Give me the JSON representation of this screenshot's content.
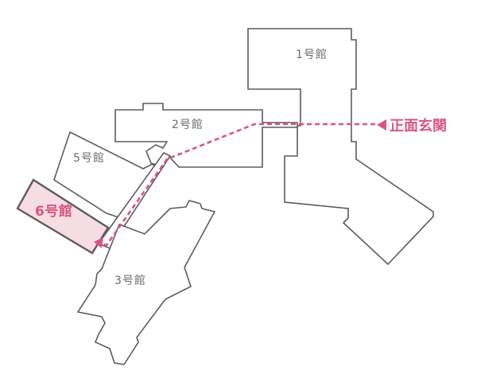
{
  "buildings": {
    "b1": "1号館",
    "b2": "2号館",
    "b3": "3号館",
    "b5": "5号館",
    "b6": "6号館"
  },
  "entrance": {
    "label": "正面玄関",
    "icon": "triangle-left-icon"
  },
  "colors": {
    "route": "#d9557f",
    "highlight_fill": "#f5dde3",
    "outline": "#5f5a5d",
    "label": "#6e6a6c"
  }
}
